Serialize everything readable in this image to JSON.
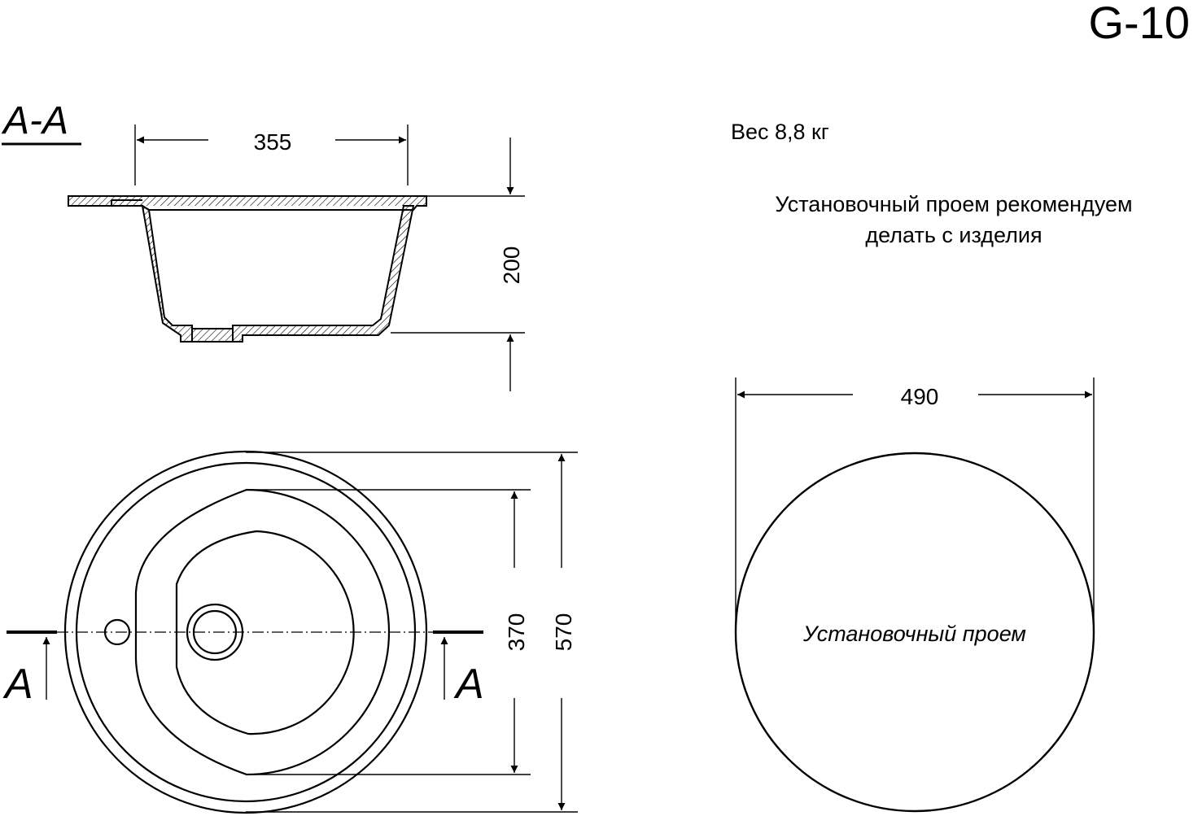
{
  "model_code": "G-10",
  "section_label": "А-А",
  "weight_text": "Вес 8,8 кг",
  "recommendation": {
    "line1": "Установочный проем рекомендуем",
    "line2": "делать с изделия"
  },
  "cutout_label": "Установочный проем",
  "section_marker_letter": "А",
  "dimensions": {
    "bowl_top_width": "355",
    "depth": "200",
    "bowl_diameter": "370",
    "outer_diameter": "570",
    "cutout_diameter": "490"
  }
}
